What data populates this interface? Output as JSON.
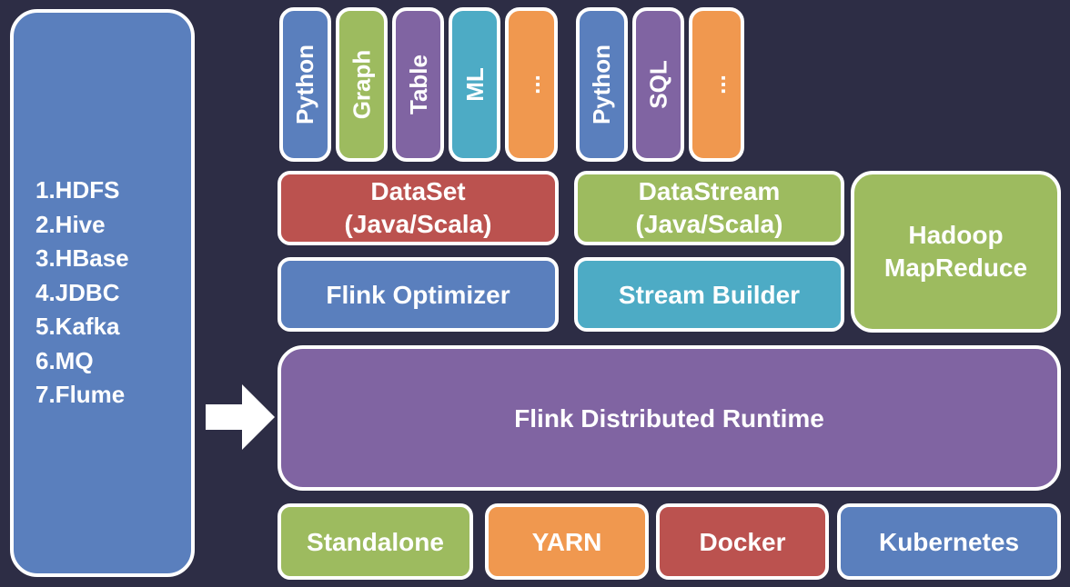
{
  "sources": [
    "1.HDFS",
    "2.Hive",
    "3.HBase",
    "4.JDBC",
    "5.Kafka",
    "6.MQ",
    "7.Flume"
  ],
  "dataset_libs": [
    "Python",
    "Graph",
    "Table",
    "ML",
    "..."
  ],
  "datastream_libs": [
    "Python",
    "SQL",
    "..."
  ],
  "apis": {
    "dataset": "DataSet\n(Java/Scala)",
    "datastream": "DataStream\n(Java/Scala)",
    "hadoop": "Hadoop\nMapReduce"
  },
  "optimizer": "Flink Optimizer",
  "stream_builder": "Stream Builder",
  "runtime": "Flink Distributed Runtime",
  "deploy": [
    "Standalone",
    "YARN",
    "Docker",
    "Kubernetes"
  ],
  "colors": {
    "background": "#2d2d45",
    "blue": "#5a7fbd",
    "green": "#9dbb5f",
    "purple": "#8064a2",
    "cyan": "#4dabc5",
    "orange": "#f0984f",
    "red": "#bb524f"
  }
}
